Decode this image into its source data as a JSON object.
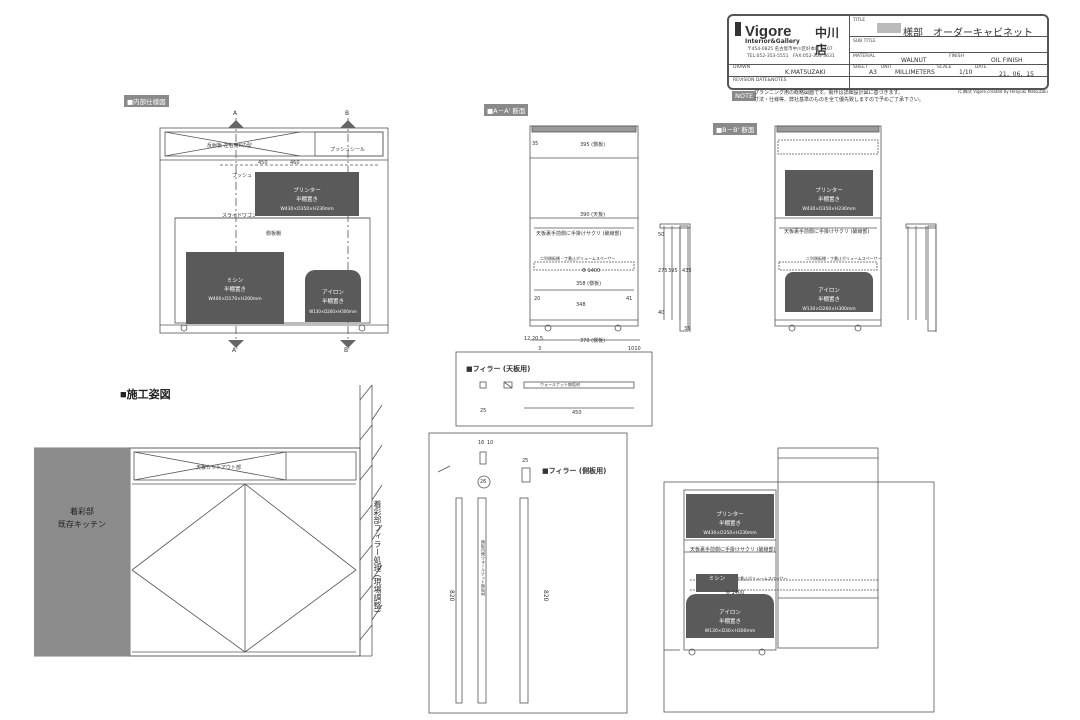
{
  "title_block": {
    "brand": "Vigore",
    "brand_sub": "Interior&Gallery",
    "store": "中川店",
    "address": "〒454-0825 名古屋市中川区好本町1-107",
    "tel": "TEL:052-353-5551　FAX:052-353-5631",
    "title_label": "TITLE",
    "title_value": "様部　オーダーキャビネット",
    "subtitle_label": "SUB TITLE",
    "material_label": "MATERIAL",
    "material_value": "WALNUT",
    "finish_label": "FINISH",
    "finish_value": "OIL FINISH",
    "drawn_label": "DRAWN",
    "drawn_value": "K.MATSUZAKI",
    "sheet_label": "SHEET",
    "sheet_value": "A3",
    "unit_label": "UNIT",
    "unit_value": "MILLIMETERS",
    "scale_label": "SCALE",
    "scale_value": "1/10",
    "date_label": "DATE",
    "date_value": "21．06．15",
    "revision_label": "REVISION DATE&NOTES"
  },
  "note": {
    "tag": "NOTE",
    "line1": "プランニング用の概略図面です。製作は詳細設計図に基づきます。",
    "line2": "寸法・仕様等、弊社基準のものを全て優先致しますので予めご了承下さい。",
    "copyright": "(C)株式 Vigore,created by Hiroyuki Matsuzaki"
  },
  "views": {
    "interior": {
      "tag": "■内部仕様図",
      "mark_a": "A",
      "mark_b": "B",
      "mark_a2": "A'",
      "mark_b2": "B'",
      "push_seal": "プッシュシール",
      "push": "プッシュ",
      "slide_corner": "スライドワゴン",
      "shelf": "側板棚",
      "printer": "プリンター\n半棚置き",
      "printer_dim": "W430×D350×H230mm",
      "sewing": "ミシン\n半棚置き",
      "sewing_dim": "W400×D170×H200mm",
      "iron": "アイロン\n半棚置き",
      "iron_dim": "W130×D260×H300mm",
      "top_label": "反射板 左右用Kの型",
      "dim_top": "450",
      "dim_mid": "460"
    },
    "section_a": {
      "tag": "■A－A' 断面",
      "dim_395": "395 (側板)",
      "dim_390": "390 (天板)",
      "dim_358": "358 (側板)",
      "dim_348": "348",
      "dim_370": "370 (側板)",
      "dim_35": "35",
      "dim_20": "20",
      "dim_41": "41",
      "dim_3": "3",
      "dim_bottom": "12 20.5",
      "dim_1010": "1010",
      "note_back": "天板裏手前側に手掛けサクリ (破線部)",
      "note_rail": "二列側板棚・丁番止ボリュームスペーサー",
      "note_hole": "Φ 1400",
      "dim_v1": "50",
      "dim_v2": "275",
      "dim_v3": "395",
      "dim_v4": "435",
      "dim_v5": "40",
      "dim_v6": "35"
    },
    "section_b": {
      "tag": "■B－B' 断面",
      "printer": "プリンター\n半棚置き",
      "printer_dim": "W430×D350×H230mm",
      "note_back": "天板裏手前側に手掛けサクリ (破線部)",
      "iron": "アイロン\n半棚置き",
      "iron_dim": "W130×D260×H300mm",
      "rail": "二列側板棚・丁番止ボリュームスペーサー"
    },
    "install": {
      "tag": "■施工姿図",
      "left_label_1": "着彩部",
      "left_label_2": "既存キッチン",
      "wall_label": "着彩部フィラー処理 (現場調整)",
      "top_label": "天板カットアウト部"
    },
    "filler_top": {
      "tag": "■フィラー (天板用)",
      "dim_25": "25",
      "dim_450": "450",
      "bar_label": "ウォールナット無垢材"
    },
    "filler_side": {
      "tag": "■フィラー (側板用)",
      "dim_16": "16",
      "dim_10": "10",
      "dim_25": "25",
      "dim_26": "26",
      "dim_820a": "820",
      "dim_820b": "820",
      "bar_label": "側板内側ウォールナット無垢材"
    },
    "perspective": {
      "printer": "プリンター\n半棚置き",
      "printer_dim": "W430×D350×H230mm",
      "sewing": "ミシン",
      "iron": "アイロン\n半棚置き",
      "iron_dim": "W130×D30×H300mm",
      "note_back": "天板裏手前側に手掛けサクリ (破線部)",
      "rail": "二列側板棚・丁番止ボリュームスペーサー",
      "hole": "Φ 1400"
    }
  }
}
